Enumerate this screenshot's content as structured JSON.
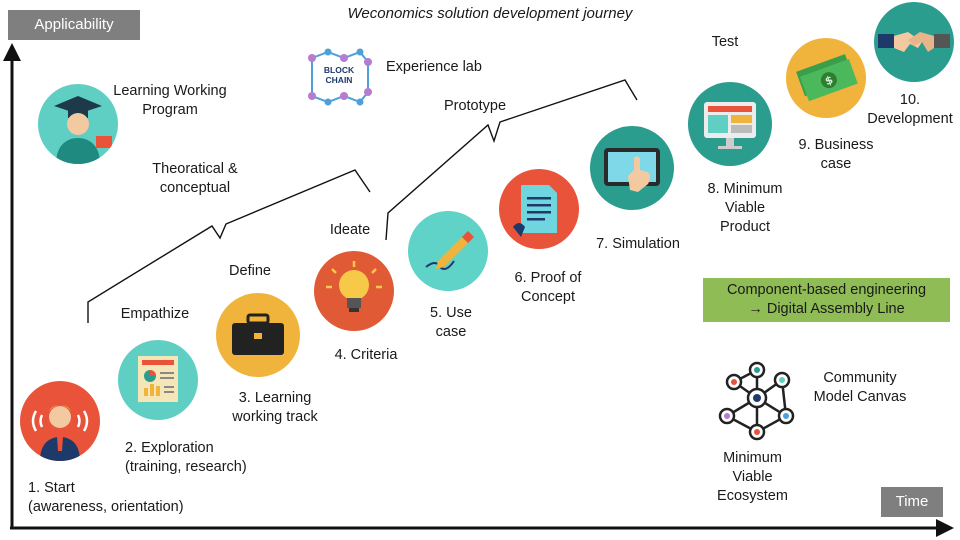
{
  "title": "Weconomics solution development journey",
  "y_axis_tag": "Applicability",
  "x_axis_tag": "Time",
  "phases": {
    "theoretical": "Theoratical &\nconceptual",
    "prototype": "Prototype",
    "test": "Test",
    "empathize": "Empathize",
    "define": "Define",
    "ideate": "Ideate"
  },
  "side_items": {
    "learning_program": "Learning Working\nProgram",
    "experience_lab": "Experience lab",
    "blockchain_logo": "BLOCK\nCHAIN"
  },
  "steps": [
    {
      "label": "1. Start\n(awareness, orientation)",
      "icon": "speaker-person-icon",
      "color": "#e8533a"
    },
    {
      "label": "2. Exploration\n(training, research)",
      "icon": "newspaper-icon",
      "color": "#5fcfc4"
    },
    {
      "label": "3. Learning\nworking track",
      "icon": "briefcase-icon",
      "color": "#f0b43c"
    },
    {
      "label": "4. Criteria",
      "icon": "lightbulb-icon",
      "color": "#e05a35"
    },
    {
      "label": "5. Use\ncase",
      "icon": "pen-writing-icon",
      "color": "#5fd3c8"
    },
    {
      "label": "6. Proof of\nConcept",
      "icon": "document-icon",
      "color": "#e8533a"
    },
    {
      "label": "7. Simulation",
      "icon": "tablet-touch-icon",
      "color": "#2a9d8f"
    },
    {
      "label": "8. Minimum\nViable\nProduct",
      "icon": "monitor-icon",
      "color": "#2a9d8f"
    },
    {
      "label": "9. Business\ncase",
      "icon": "money-icon",
      "color": "#f0b43c"
    },
    {
      "label": "10.\nDevelopment",
      "icon": "handshake-icon",
      "color": "#2a9d8f"
    }
  ],
  "component_box": "Component-based engineering\n→ Digital Assembly Line",
  "community_canvas": "Community\nModel Canvas",
  "ecosystem": "Minimum\nViable\nEcosystem",
  "colors": {
    "axis": "#111111",
    "tag_bg": "#7f7f7f",
    "green_box": "#8fbc54"
  }
}
